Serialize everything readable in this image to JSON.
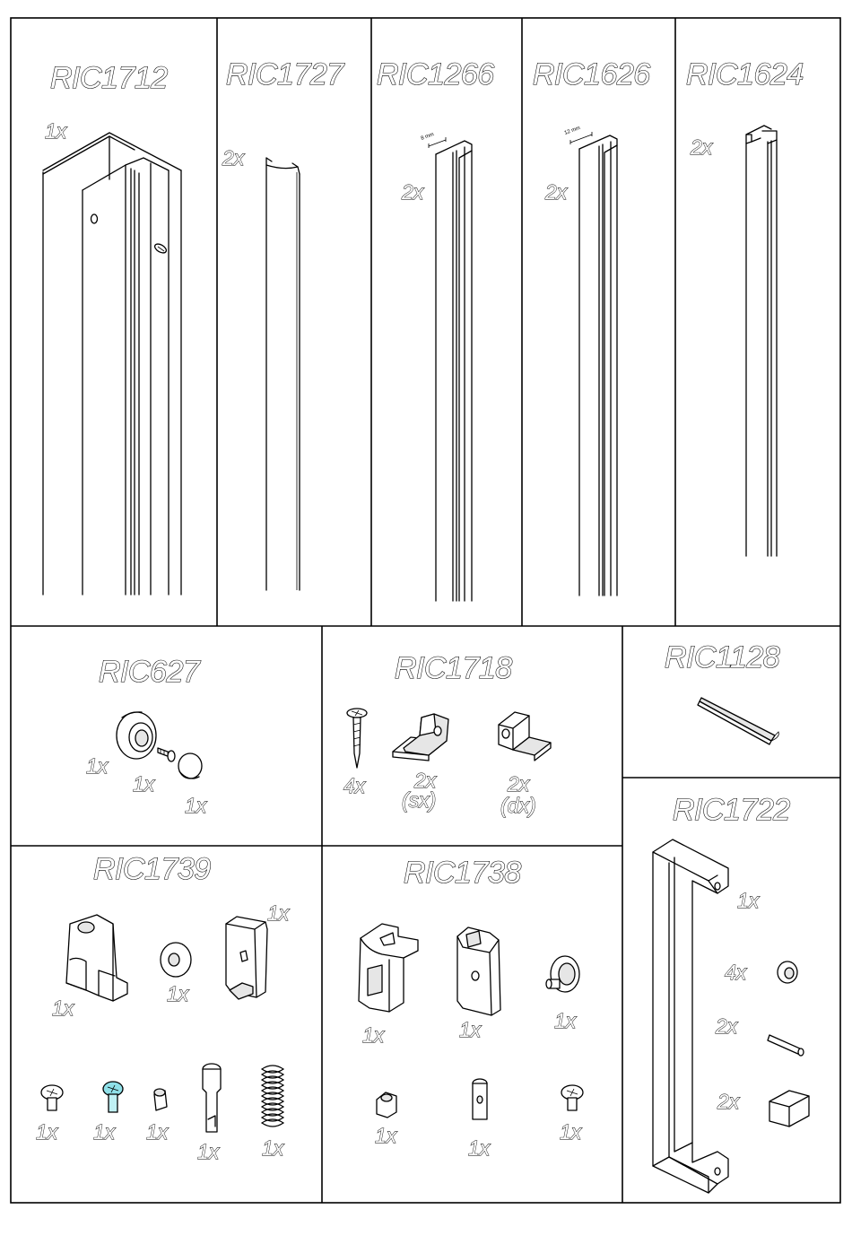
{
  "parts": {
    "ric1712": {
      "code": "RIC1712",
      "qty": "1x"
    },
    "ric1727": {
      "code": "RIC1727",
      "qty": "2x"
    },
    "ric1266": {
      "code": "RIC1266",
      "qty": "2x",
      "dimension": "8 mm"
    },
    "ric1626": {
      "code": "RIC1626",
      "qty": "2x",
      "dimension": "12 mm"
    },
    "ric1624": {
      "code": "RIC1624",
      "qty": "2x"
    },
    "ric627": {
      "code": "RIC627",
      "qty_roller": "1x",
      "qty_screw": "1x",
      "qty_cap": "1x"
    },
    "ric1718": {
      "code": "RIC1718",
      "qty_screw": "4x",
      "qty_left": "2x",
      "side_left": "(sx)",
      "qty_right": "2x",
      "side_right": "(dx)"
    },
    "ric1128": {
      "code": "RIC1128"
    },
    "ric1722": {
      "code": "RIC1722",
      "qty_handle": "1x",
      "qty_washer": "4x",
      "qty_pin": "2x",
      "qty_cap": "2x"
    },
    "ric1739": {
      "code": "RIC1739",
      "qty_hinge": "1x",
      "qty_washer": "1x",
      "qty_plate": "1x",
      "qty_screw_a": "1x",
      "qty_screw_b": "1x",
      "qty_nut": "1x",
      "qty_pin": "1x",
      "qty_spring": "1x"
    },
    "ric1738": {
      "code": "RIC1738",
      "qty_hinge": "1x",
      "qty_plate": "1x",
      "qty_roller": "1x",
      "qty_nut": "1x",
      "qty_pin": "1x",
      "qty_screw": "1x"
    }
  }
}
